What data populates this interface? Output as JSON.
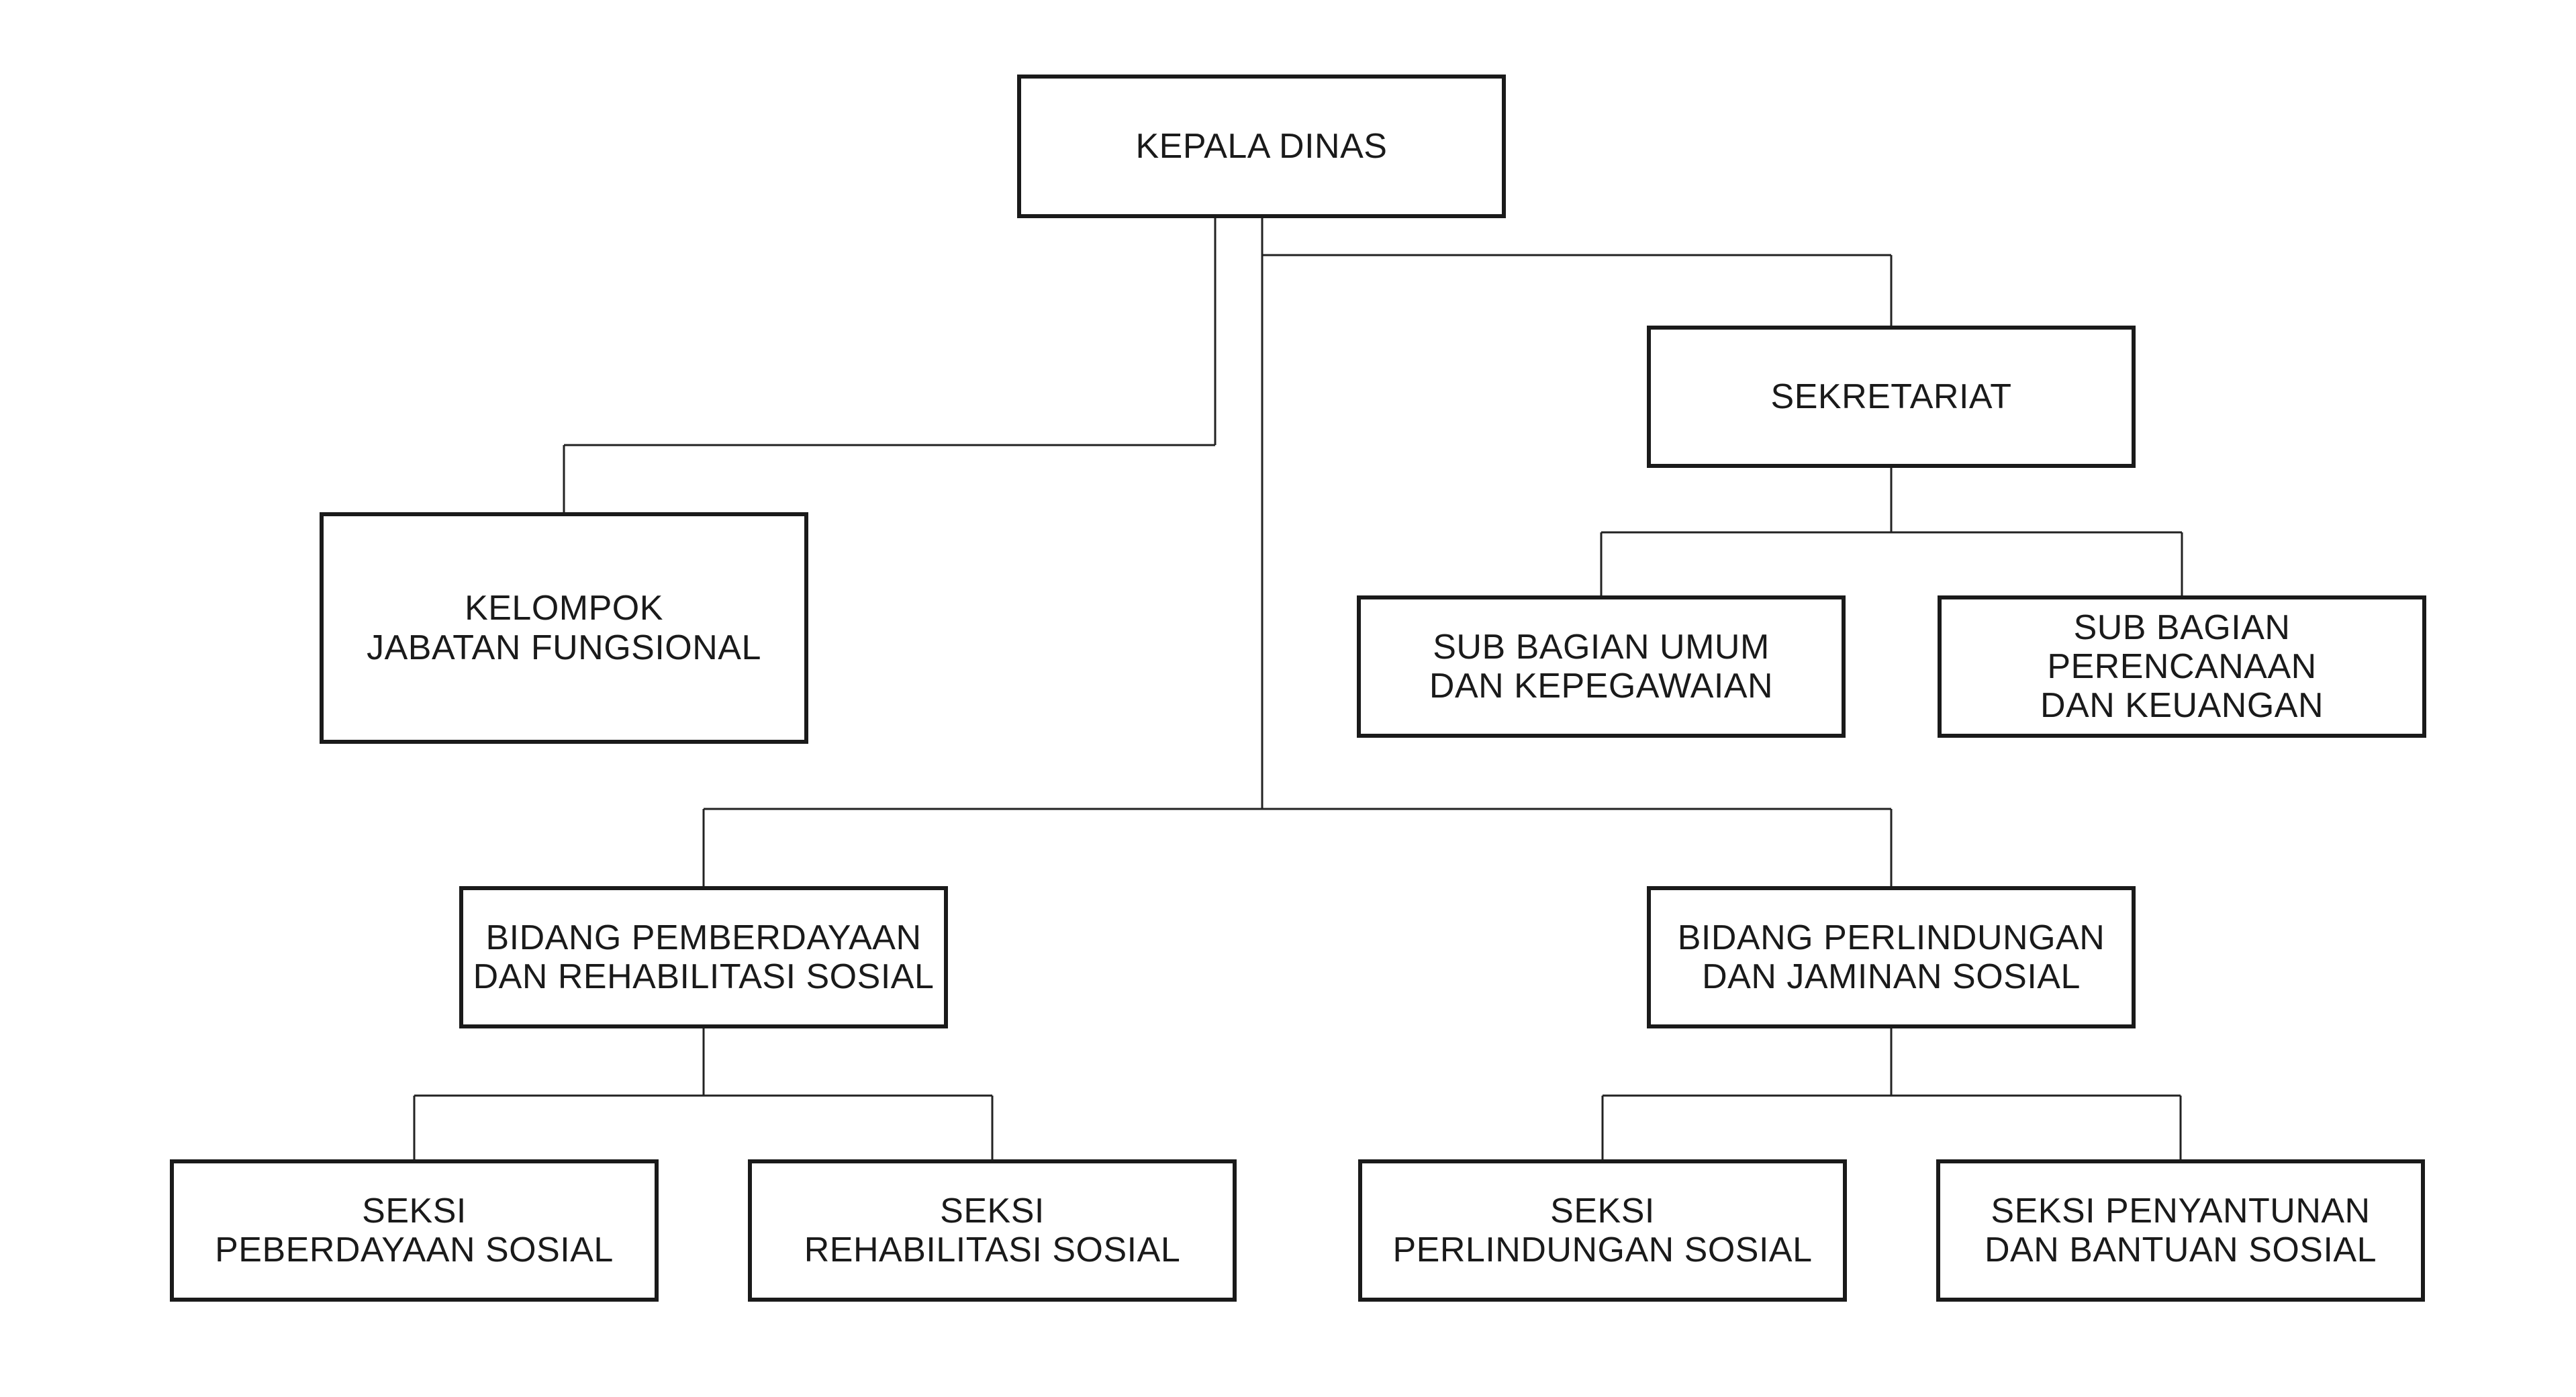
{
  "nodes": {
    "kepala_dinas": {
      "lines": [
        "KEPALA DINAS"
      ]
    },
    "kelompok": {
      "lines": [
        "KELOMPOK",
        "JABATAN FUNGSIONAL"
      ]
    },
    "sekretariat": {
      "lines": [
        "SEKRETARIAT"
      ]
    },
    "sub_umum": {
      "lines": [
        "SUB BAGIAN UMUM",
        "DAN KEPEGAWAIAN"
      ]
    },
    "sub_perencanaan": {
      "lines": [
        "SUB BAGIAN",
        "PERENCANAAN",
        "DAN KEUANGAN"
      ]
    },
    "bidang_pemberdayaan": {
      "lines": [
        "BIDANG PEMBERDAYAAN",
        "DAN REHABILITASI SOSIAL"
      ]
    },
    "bidang_perlindungan": {
      "lines": [
        "BIDANG PERLINDUNGAN",
        "DAN JAMINAN SOSIAL"
      ]
    },
    "seksi_pemberdayaan": {
      "lines": [
        "SEKSI",
        "PEBERDAYAAN SOSIAL"
      ]
    },
    "seksi_rehabilitasi": {
      "lines": [
        "SEKSI",
        "REHABILITASI SOSIAL"
      ]
    },
    "seksi_perlindungan": {
      "lines": [
        "SEKSI",
        "PERLINDUNGAN SOSIAL"
      ]
    },
    "seksi_penyantunan": {
      "lines": [
        "SEKSI PENYANTUNAN",
        "DAN BANTUAN SOSIAL"
      ]
    }
  }
}
